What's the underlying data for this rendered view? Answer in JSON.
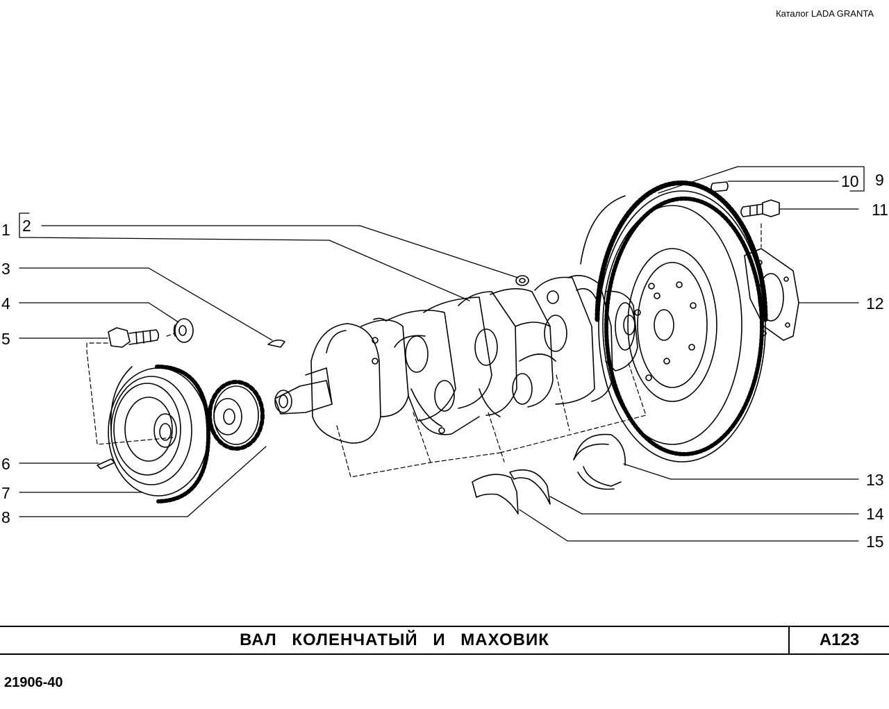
{
  "header": {
    "catalog": "Каталог LADA  GRANTA"
  },
  "callouts": [
    "1",
    "2",
    "3",
    "4",
    "5",
    "6",
    "7",
    "8",
    "9",
    "10",
    "11",
    "12",
    "13",
    "14",
    "15"
  ],
  "footer": {
    "title": "ВАЛ   КОЛЕНЧАТЫЙ   И   МАХОВИК",
    "code": "А123",
    "doc_number": "21906-40"
  }
}
